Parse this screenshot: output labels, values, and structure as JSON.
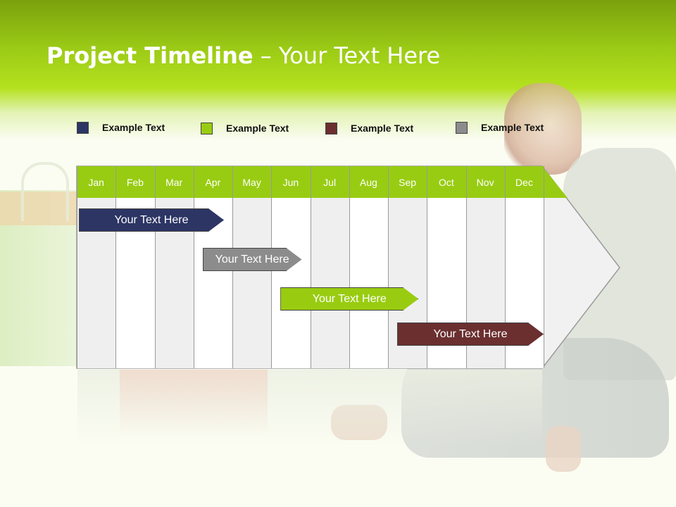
{
  "title": {
    "bold": "Project Timeline",
    "rest": " – Your Text Here"
  },
  "legend": [
    {
      "label": "Example Text",
      "color": "#2d3564"
    },
    {
      "label": "Example Text",
      "color": "#99cc11"
    },
    {
      "label": "Example Text",
      "color": "#6b2f30"
    },
    {
      "label": "Example Text",
      "color": "#8c8c8c"
    }
  ],
  "months": [
    "Jan",
    "Feb",
    "Mar",
    "Apr",
    "May",
    "Jun",
    "Jul",
    "Aug",
    "Sep",
    "Oct",
    "Nov",
    "Dec"
  ],
  "tasks": [
    {
      "label": "Your  Text Here",
      "color": "#2d3564",
      "start_month": "Jan",
      "end_month": "Apr"
    },
    {
      "label": "Your  Text Here",
      "color": "#8c8c8c",
      "start_month": "Apr",
      "end_month": "Jun"
    },
    {
      "label": "Your  Text Here",
      "color": "#99cc11",
      "start_month": "Jun",
      "end_month": "Sep"
    },
    {
      "label": "Your  Text Here",
      "color": "#6b2f30",
      "start_month": "Sep",
      "end_month": "Dec"
    }
  ],
  "colors": {
    "header_green": "#98cc12",
    "background": "#fbfdf3"
  }
}
